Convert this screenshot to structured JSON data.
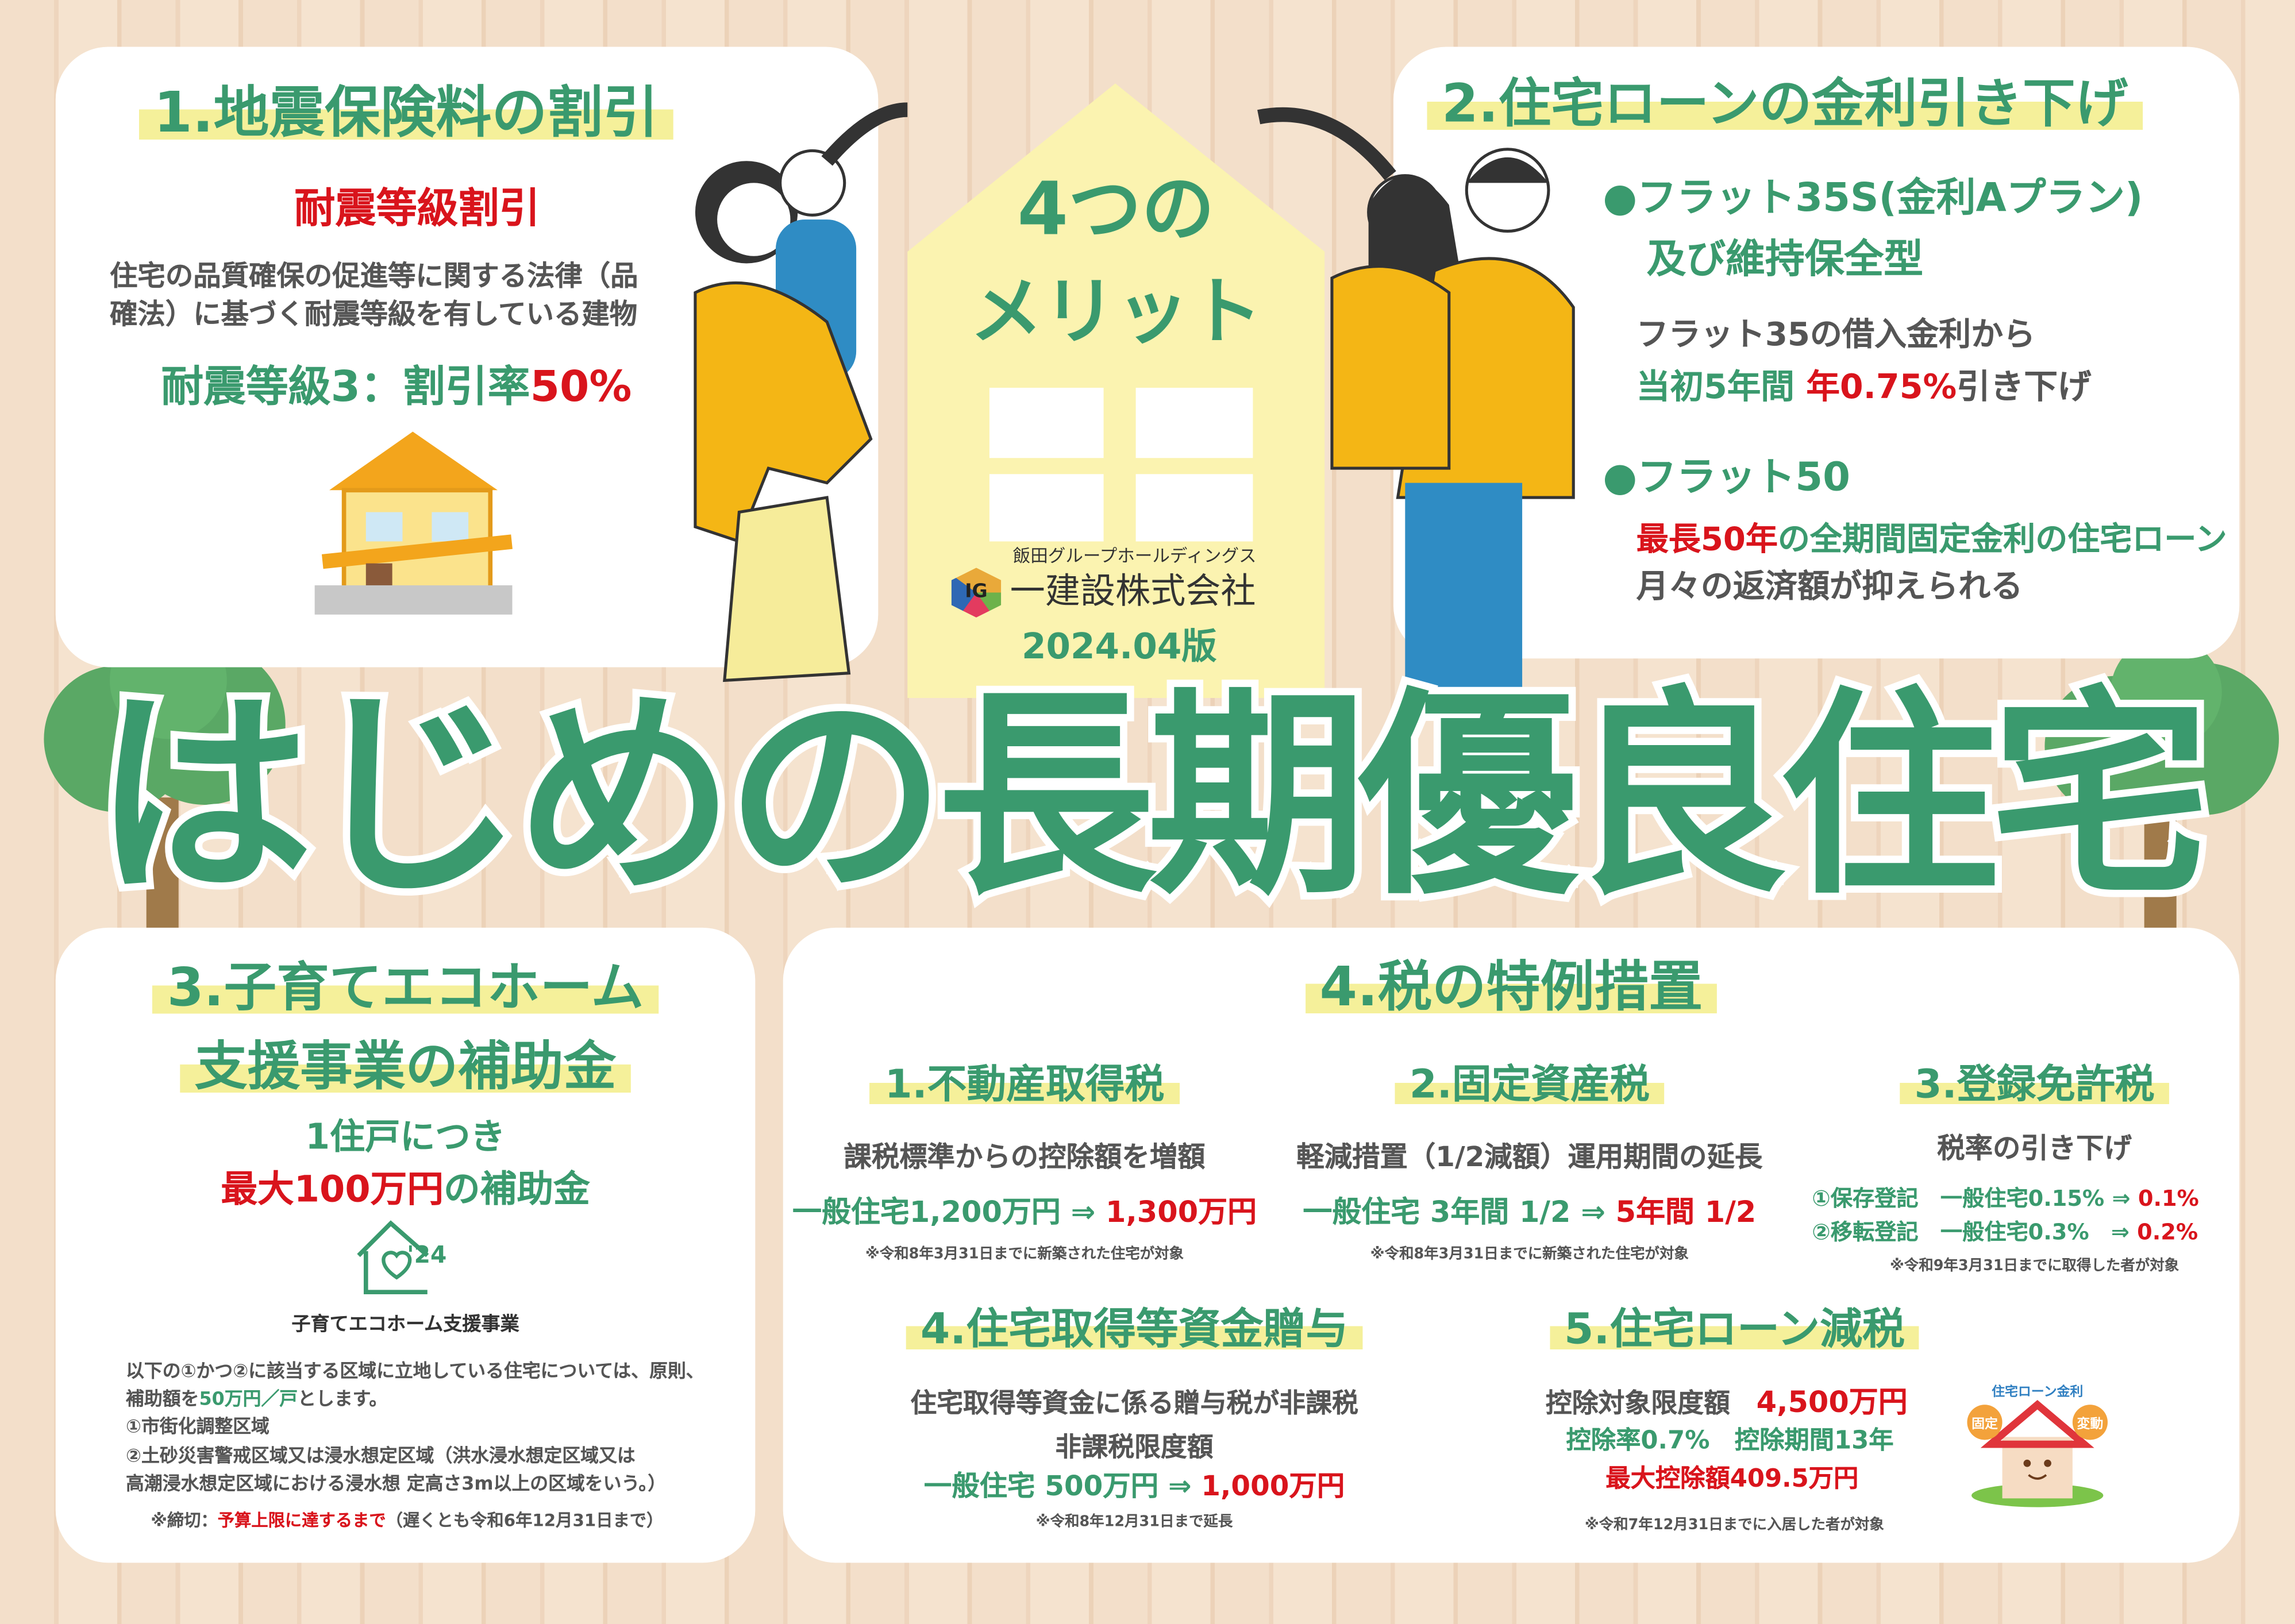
{
  "colors": {
    "green": "#3a9a6e",
    "red": "#d9141c",
    "gray": "#555555",
    "highlight": "#f5f09a",
    "house_yellow": "#fbf3b0"
  },
  "main_title": "はじめの長期優良住宅",
  "center": {
    "line1": "4つの",
    "line2": "メリット",
    "company_group": "飯田グループホールディングス",
    "company_name": "一建設株式会社",
    "logo_text": "IG",
    "edition": "2024.04版"
  },
  "merit1": {
    "title": "1.地震保険料の割引",
    "subtitle": "耐震等級割引",
    "body1": "住宅の品質確保の促進等に関する法律（品",
    "body2": "確法）に基づく耐震等級を有している建物",
    "rate_label": "耐震等級3：割引率",
    "rate_value": "50%"
  },
  "merit2": {
    "title": "2.住宅ローンの金利引き下げ",
    "item1_line1": "●フラット35S(金利Aプラン)",
    "item1_line2": "及び維持保全型",
    "item1_desc": "フラット35の借入金利から",
    "item1_period": "当初5年間",
    "item1_rate": "年0.75%",
    "item1_suffix": "引き下げ",
    "item2_title": "●フラット50",
    "item2_desc_red": "最長50年",
    "item2_desc_green": "の全期間固定金利の住宅ローン",
    "item2_note": "月々の返済額が抑えられる"
  },
  "merit3": {
    "title1": "3.子育てエコホーム",
    "title2": "支援事業の補助金",
    "per_unit": "1住戸につき",
    "max_red": "最大100万円",
    "max_suffix": "の補助金",
    "logo_year": "'24",
    "logo_caption": "子育てエコホーム支援事業",
    "body1": "以下の①かつ②に該当する区域に立地している住宅については、原則、",
    "body2_pre": "補助額を",
    "body2_green": "50万円／戸",
    "body2_post": "とします。",
    "body3": "①市街化調整区域",
    "body4": "②土砂災害警戒区域又は浸水想定区域（洪水浸水想定区域又は",
    "body5": "高潮浸水想定区域における浸水想 定高さ3m以上の区域をいう。）",
    "deadline_pre": "※締切：",
    "deadline_red": "予算上限に達するまで",
    "deadline_post": "（遅くとも令和6年12月31日まで）"
  },
  "merit4": {
    "title": "4.税の特例措置",
    "tax1": {
      "title": "1.不動産取得税",
      "desc": "課税標準からの控除額を増額",
      "from": "一般住宅1,200万円 ⇒ ",
      "to": "1,300万円",
      "note": "※令和8年3月31日までに新築された住宅が対象"
    },
    "tax2": {
      "title": "2.固定資産税",
      "desc": "軽減措置（1/2減額）運用期間の延長",
      "from": "一般住宅 3年間 1/2 ⇒ ",
      "to": "5年間 1/2",
      "note": "※令和8年3月31日までに新築された住宅が対象"
    },
    "tax3": {
      "title": "3.登録免許税",
      "desc": "税率の引き下げ",
      "row1_from": "①保存登記　一般住宅0.15% ⇒ ",
      "row1_to": "0.1%",
      "row2_from": "②移転登記　一般住宅0.3%　⇒ ",
      "row2_to": "0.2%",
      "note": "※令和9年3月31日までに取得した者が対象"
    },
    "tax4": {
      "title": "4.住宅取得等資金贈与",
      "desc": "住宅取得等資金に係る贈与税が非課税",
      "limit_label": "非課税限度額",
      "from": "一般住宅 500万円 ⇒ ",
      "to": "1,000万円",
      "note": "※令和8年12月31日まで延長"
    },
    "tax5": {
      "title": "5.住宅ローン減税",
      "limit_label": "控除対象限度額　",
      "limit_value": "4,500万円",
      "rate": "控除率0.7%　控除期間13年",
      "max": "最大控除額409.5万円",
      "note": "※令和7年12月31日までに入居した者が対象",
      "illust": {
        "arc_text": "住宅ローン金利",
        "bag_left": "固定",
        "bag_right": "変動"
      }
    }
  }
}
